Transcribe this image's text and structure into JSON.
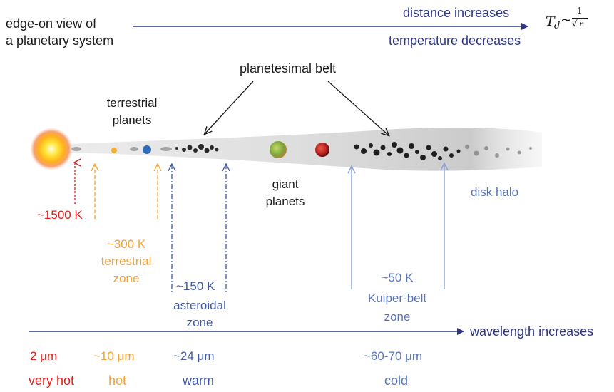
{
  "header": {
    "title_line1": "edge-on view of",
    "title_line2": "a planetary system",
    "distance_label": "distance increases",
    "temperature_label": "temperature decreases",
    "formula": {
      "lhs_base": "T",
      "lhs_sub": "d",
      "relation": "~",
      "numerator": "1",
      "denominator_radical": "√",
      "denominator_var": "r"
    }
  },
  "labels": {
    "planetesimal_belt": "planetesimal belt",
    "terrestrial_planets_1": "terrestrial",
    "terrestrial_planets_2": "planets",
    "giant_planets_1": "giant",
    "giant_planets_2": "planets",
    "disk_halo": "disk halo"
  },
  "zones": [
    {
      "temperature": "~1500 K",
      "name_1": "",
      "name_2": ""
    },
    {
      "temperature": "~300 K",
      "name_1": "terrestrial",
      "name_2": "zone"
    },
    {
      "temperature": "~150 K",
      "name_1": "asteroidal",
      "name_2": "zone"
    },
    {
      "temperature": "~50 K",
      "name_1": "Kuiper-belt",
      "name_2": "zone"
    }
  ],
  "wavelength_axis": {
    "label": "wavelength increases",
    "ticks": [
      {
        "wavelength": "2 μm",
        "regime": "very hot"
      },
      {
        "wavelength": "~10 μm",
        "regime": "hot"
      },
      {
        "wavelength": "~24 μm",
        "regime": "warm"
      },
      {
        "wavelength": "~60-70 μm",
        "regime": "cold"
      }
    ]
  },
  "colors": {
    "very_hot": "#e0201b",
    "hot": "#f2a23a",
    "warm": "#3f59a8",
    "cold": "#5874b8",
    "axis": "#2c3587"
  }
}
